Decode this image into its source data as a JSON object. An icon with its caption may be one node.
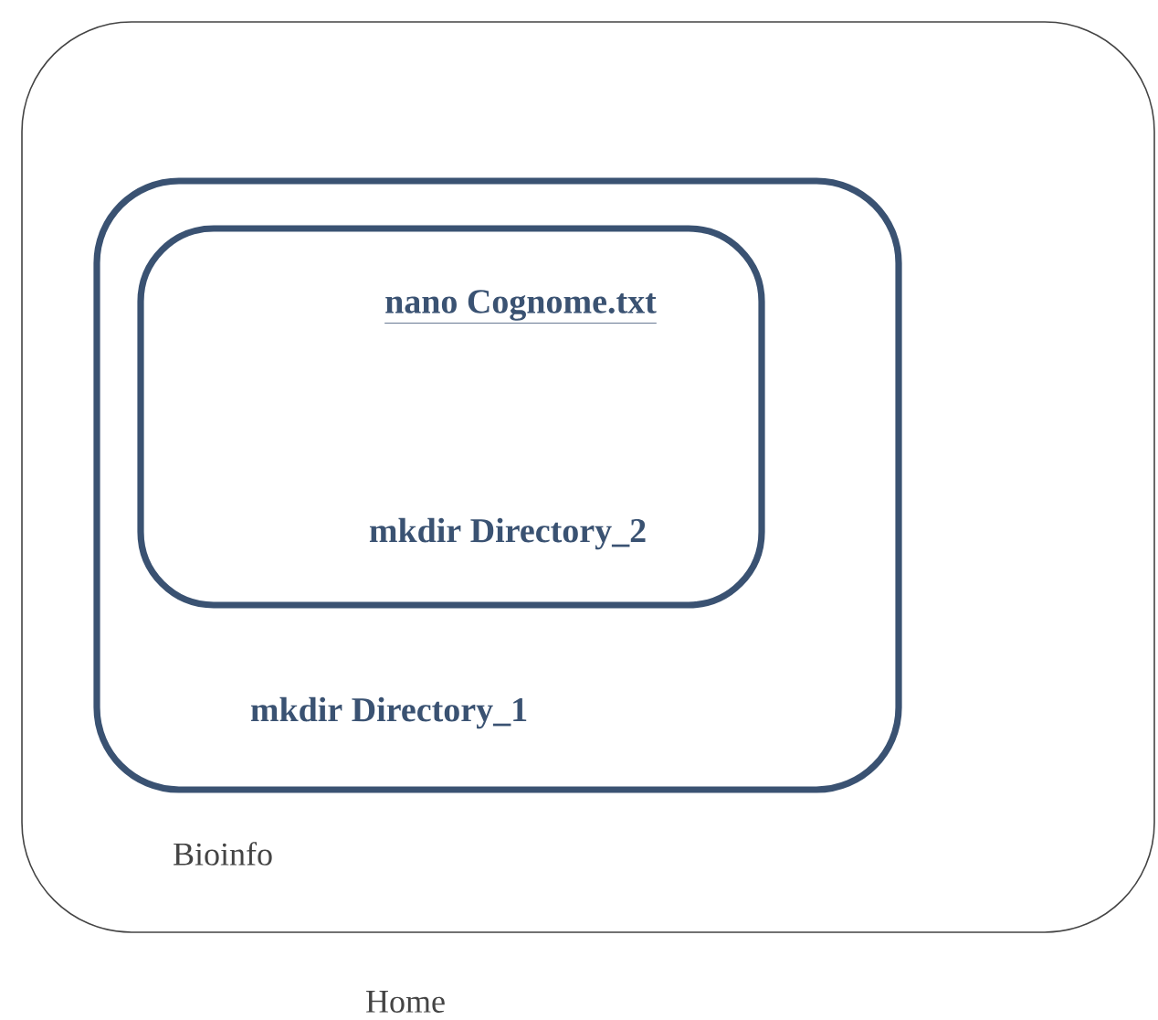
{
  "diagram": {
    "nodes": [
      {
        "text": [
          "Bioinfo"
        ],
        "beside": [
          "Home"
        ]
      },
      {
        "text": [
          "mkdir Directory_1"
        ],
        "in": 0
      },
      {
        "text": [
          "nano Cognome.txt",
          "mkdir Directory_2"
        ],
        "in": 1
      }
    ]
  }
}
